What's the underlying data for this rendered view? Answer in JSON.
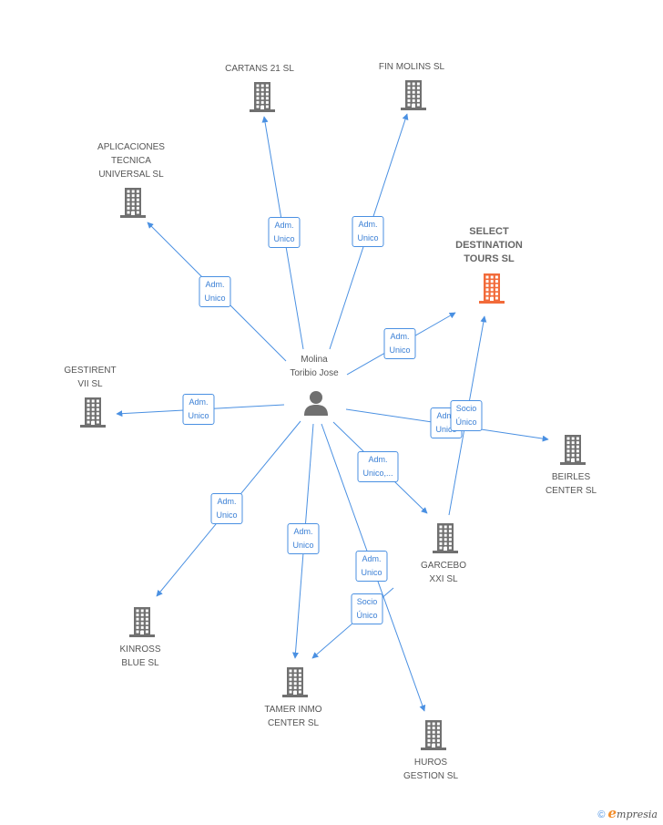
{
  "person": {
    "label": "Molina\nToribio Jose",
    "icon": "person-icon"
  },
  "companies": [
    {
      "id": "cartans",
      "label": "CARTANS 21 SL"
    },
    {
      "id": "finmolins",
      "label": "FIN MOLINS SL"
    },
    {
      "id": "aplicaciones",
      "label": "APLICACIONES\nTECNICA\nUNIVERSAL SL"
    },
    {
      "id": "select",
      "label": "SELECT\nDESTINATION\nTOURS SL",
      "focus": true
    },
    {
      "id": "gestirent",
      "label": "GESTIRENT\nVII SL"
    },
    {
      "id": "beirles",
      "label": "BEIRLES\nCENTER SL"
    },
    {
      "id": "garcebo",
      "label": "GARCEBO\nXXI SL"
    },
    {
      "id": "kinross",
      "label": "KINROSS\nBLUE SL"
    },
    {
      "id": "tamer",
      "label": "TAMER INMO\nCENTER SL"
    },
    {
      "id": "huros",
      "label": "HUROS\nGESTION SL"
    }
  ],
  "edges": [
    {
      "to": "cartans",
      "label": "Adm.\nUnico"
    },
    {
      "to": "finmolins",
      "label": "Adm.\nUnico"
    },
    {
      "to": "aplicaciones",
      "label": "Adm.\nUnico"
    },
    {
      "to": "select",
      "label": "Adm.\nUnico"
    },
    {
      "to": "gestirent",
      "label": "Adm.\nUnico"
    },
    {
      "to": "beirles",
      "label": "Adm.\nUnico"
    },
    {
      "to": "garcebo",
      "label": "Adm.\nUnico,..."
    },
    {
      "to": "kinross",
      "label": "Adm.\nUnico"
    },
    {
      "to": "tamer",
      "label": "Adm.\nUnico"
    },
    {
      "to": "huros",
      "label": "Adm.\nUnico"
    },
    {
      "from": "garcebo",
      "to": "select",
      "label": "Socio\nÚnico"
    },
    {
      "from": "huros",
      "to": "tamer",
      "label": "Socio\nÚnico"
    }
  ],
  "colors": {
    "edge": "#4a90e2",
    "building": "#707070",
    "focus_building": "#f26b3a",
    "focus_text": "#666666"
  },
  "footer": {
    "copyright": "©",
    "brand_initial": "e",
    "brand_rest": "mpresia"
  }
}
